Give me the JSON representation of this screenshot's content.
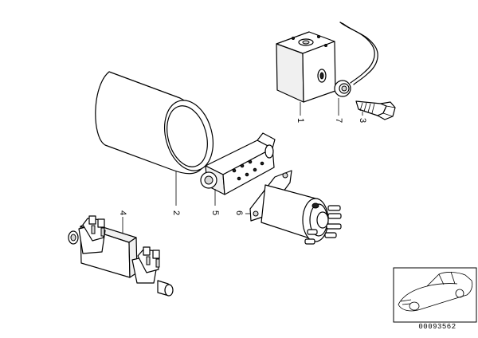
{
  "callouts": [
    {
      "id": "1",
      "label": "1"
    },
    {
      "id": "2",
      "label": "2"
    },
    {
      "id": "3",
      "label": "3"
    },
    {
      "id": "4",
      "label": "4"
    },
    {
      "id": "5",
      "label": "5"
    },
    {
      "id": "6",
      "label": "6"
    },
    {
      "id": "7",
      "label": "7"
    }
  ],
  "document_id": "00093562",
  "thumbnail": {
    "icon": "car-outline-icon"
  }
}
